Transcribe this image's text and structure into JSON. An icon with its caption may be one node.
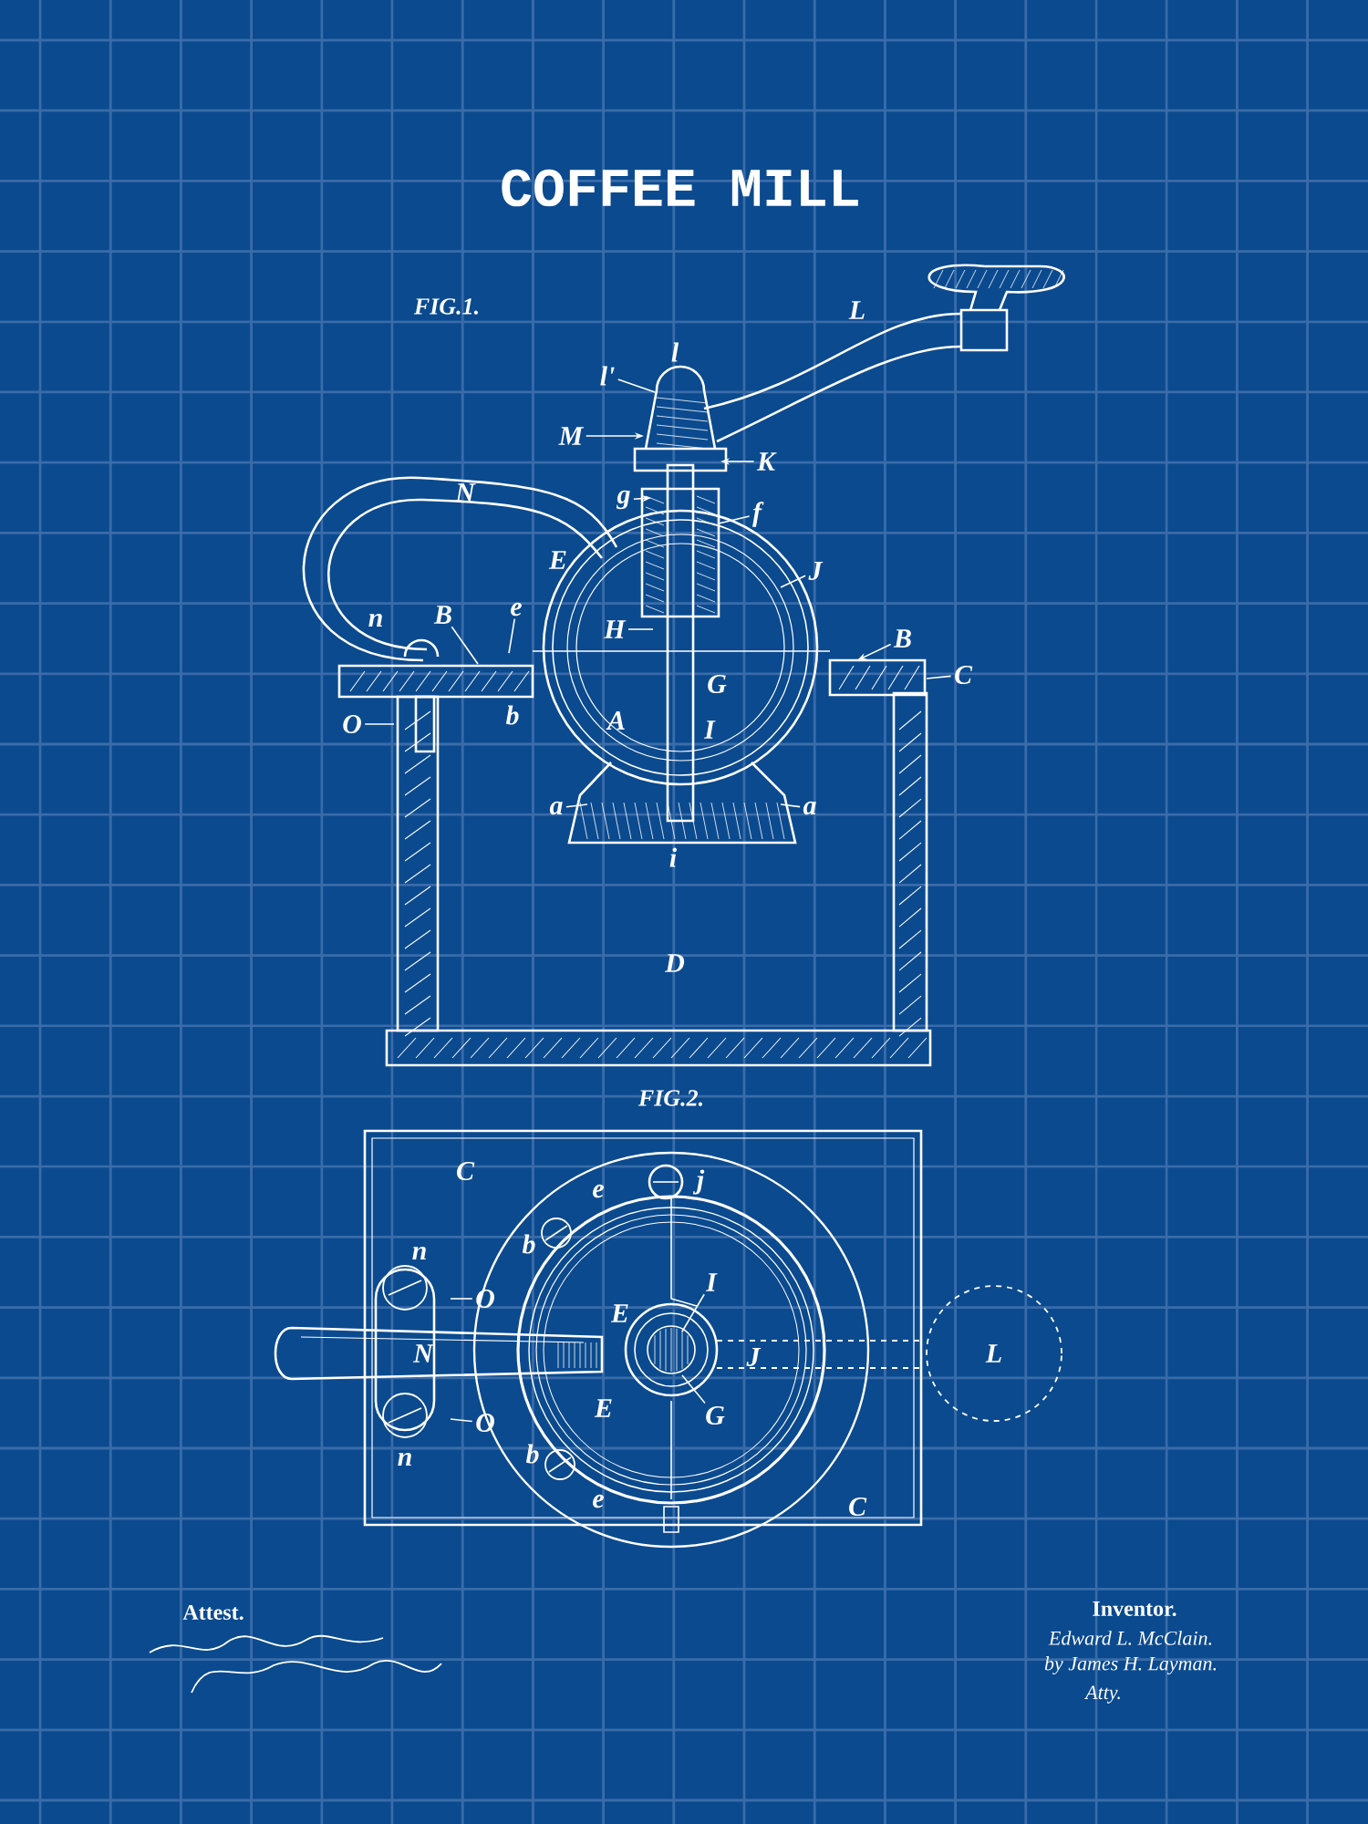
{
  "diagram": {
    "title": "COFFEE MILL",
    "nodes": [
      {
        "text": [
          "l'"
        ]
      },
      {
        "text": [
          "M"
        ]
      },
      {
        "text": [
          "K"
        ]
      },
      {
        "text": [
          "g"
        ]
      },
      {
        "text": [
          "f"
        ]
      },
      {
        "text": [
          "J"
        ]
      },
      {
        "text": [
          "B"
        ]
      },
      {
        "text": [
          "e"
        ]
      },
      {
        "text": [
          "H"
        ]
      },
      {
        "text": [
          "B"
        ]
      },
      {
        "text": [
          "C"
        ]
      },
      {
        "text": [
          "O"
        ]
      },
      {
        "text": [
          "a"
        ]
      },
      {
        "text": [
          "a"
        ]
      },
      {
        "text": [
          "I"
        ]
      },
      {
        "text": [
          "G"
        ]
      },
      {
        "text": [
          "O"
        ]
      },
      {
        "text": [
          "O"
        ]
      }
    ],
    "edges": [
      {
        "from": 0,
        "to": null,
        "arrow": "none"
      },
      {
        "from": 1,
        "to": null,
        "arrow": "to"
      },
      {
        "from": 2,
        "to": null,
        "arrow": "to"
      },
      {
        "from": 3,
        "to": null,
        "arrow": "to"
      },
      {
        "from": 4,
        "to": null,
        "arrow": "none"
      },
      {
        "from": 5,
        "to": null,
        "arrow": "none"
      },
      {
        "from": 6,
        "to": null,
        "arrow": "none"
      },
      {
        "from": 7,
        "to": null,
        "arrow": "none"
      },
      {
        "from": 8,
        "to": null,
        "arrow": "none"
      },
      {
        "from": 9,
        "to": null,
        "arrow": "to"
      },
      {
        "from": 10,
        "to": null,
        "arrow": "none"
      },
      {
        "from": 11,
        "to": null,
        "arrow": "none"
      },
      {
        "from": 12,
        "to": null,
        "arrow": "none"
      },
      {
        "from": 13,
        "to": null,
        "arrow": "none"
      },
      {
        "from": 14,
        "to": null,
        "arrow": "none"
      },
      {
        "from": 15,
        "to": null,
        "arrow": "none"
      },
      {
        "from": 16,
        "to": null,
        "arrow": "none"
      },
      {
        "from": 17,
        "to": null,
        "arrow": "none"
      }
    ],
    "labels": [
      "FIG.1.",
      "l",
      "L",
      "N",
      "E",
      "n",
      "b",
      "A",
      "G",
      "I",
      "i",
      "D",
      "FIG.2.",
      "C",
      "e",
      "j",
      "b",
      "n",
      "N",
      "E",
      "J",
      "L",
      "E",
      "n",
      "b",
      "e",
      "C",
      "Attest.",
      "Inventor.",
      "Edward L. McClain.",
      "by James H. Layman.",
      "Atty."
    ]
  }
}
